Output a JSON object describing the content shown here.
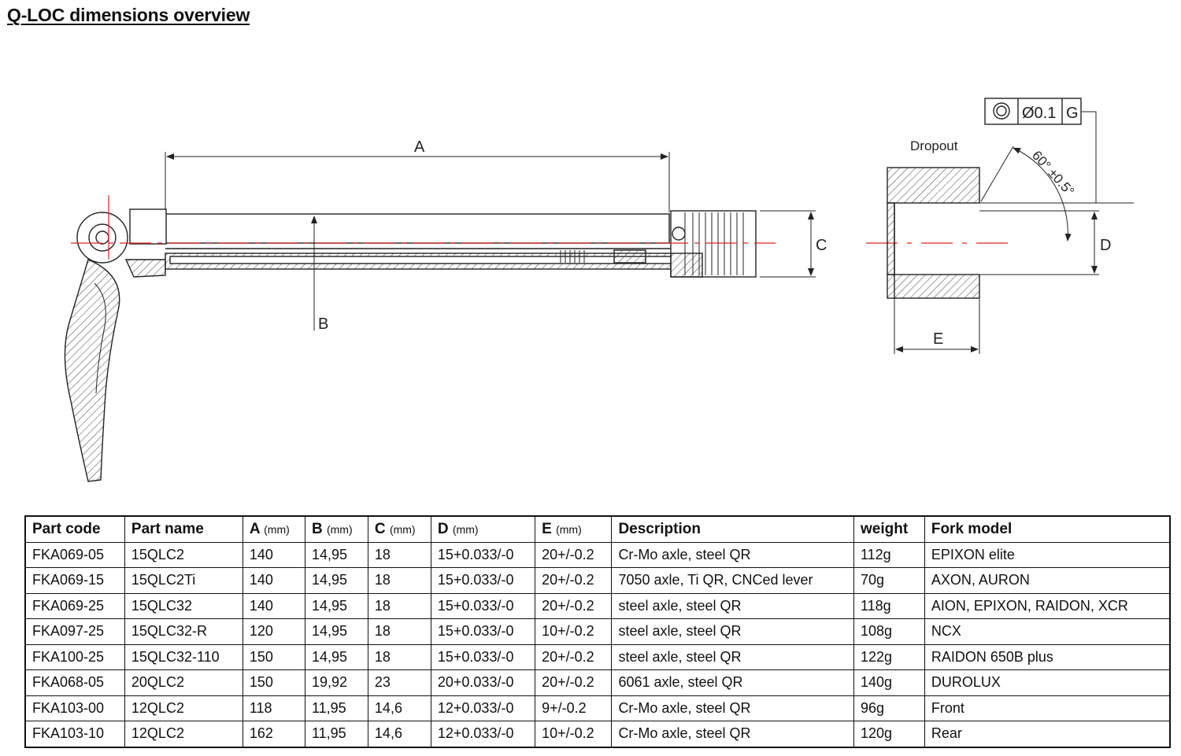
{
  "title": "Q-LOC dimensions overview",
  "drawing": {
    "label_a": "A",
    "label_b": "B",
    "label_c": "C",
    "label_d": "D",
    "label_e": "E",
    "dropout_label": "Dropout",
    "angle_label": "60° ±0.5°",
    "tolerance_frame": {
      "symbol": "concentricity-symbol",
      "value": "Ø0.1",
      "datum": "G"
    }
  },
  "table": {
    "headers": [
      {
        "name": "Part code",
        "unit": ""
      },
      {
        "name": "Part name",
        "unit": ""
      },
      {
        "name": "A",
        "unit": "(mm)"
      },
      {
        "name": "B",
        "unit": "(mm)"
      },
      {
        "name": "C",
        "unit": "(mm)"
      },
      {
        "name": "D",
        "unit": "(mm)"
      },
      {
        "name": "E",
        "unit": "(mm)"
      },
      {
        "name": "Description",
        "unit": ""
      },
      {
        "name": "weight",
        "unit": ""
      },
      {
        "name": "Fork model",
        "unit": ""
      }
    ],
    "rows": [
      [
        "FKA069-05",
        "15QLC2",
        "140",
        "14,95",
        "18",
        "15+0.033/-0",
        "20+/-0.2",
        "Cr-Mo axle, steel QR",
        "112g",
        "EPIXON elite"
      ],
      [
        "FKA069-15",
        "15QLC2Ti",
        "140",
        "14,95",
        "18",
        "15+0.033/-0",
        "20+/-0.2",
        "7050 axle, Ti QR, CNCed lever",
        "70g",
        "AXON, AURON"
      ],
      [
        "FKA069-25",
        "15QLC32",
        "140",
        "14,95",
        "18",
        "15+0.033/-0",
        "20+/-0.2",
        "steel axle, steel QR",
        "118g",
        "AION, EPIXON, RAIDON, XCR"
      ],
      [
        "FKA097-25",
        "15QLC32-R",
        "120",
        "14,95",
        "18",
        "15+0.033/-0",
        "10+/-0.2",
        "steel axle, steel QR",
        "108g",
        "NCX"
      ],
      [
        "FKA100-25",
        "15QLC32-110",
        "150",
        "14,95",
        "18",
        "15+0.033/-0",
        "20+/-0.2",
        "steel axle, steel QR",
        "122g",
        "RAIDON 650B plus"
      ],
      [
        "FKA068-05",
        "20QLC2",
        "150",
        "19,92",
        "23",
        "20+0.033/-0",
        "20+/-0.2",
        "6061 axle, steel QR",
        "140g",
        "DUROLUX"
      ],
      [
        "FKA103-00",
        "12QLC2",
        "118",
        "11,95",
        "14,6",
        "12+0.033/-0",
        "9+/-0.2",
        "Cr-Mo axle, steel QR",
        "96g",
        "Front"
      ],
      [
        "FKA103-10",
        "12QLC2",
        "162",
        "11,95",
        "14,6",
        "12+0.033/-0",
        "10+/-0.2",
        "Cr-Mo axle, steel QR",
        "120g",
        "Rear"
      ]
    ]
  }
}
